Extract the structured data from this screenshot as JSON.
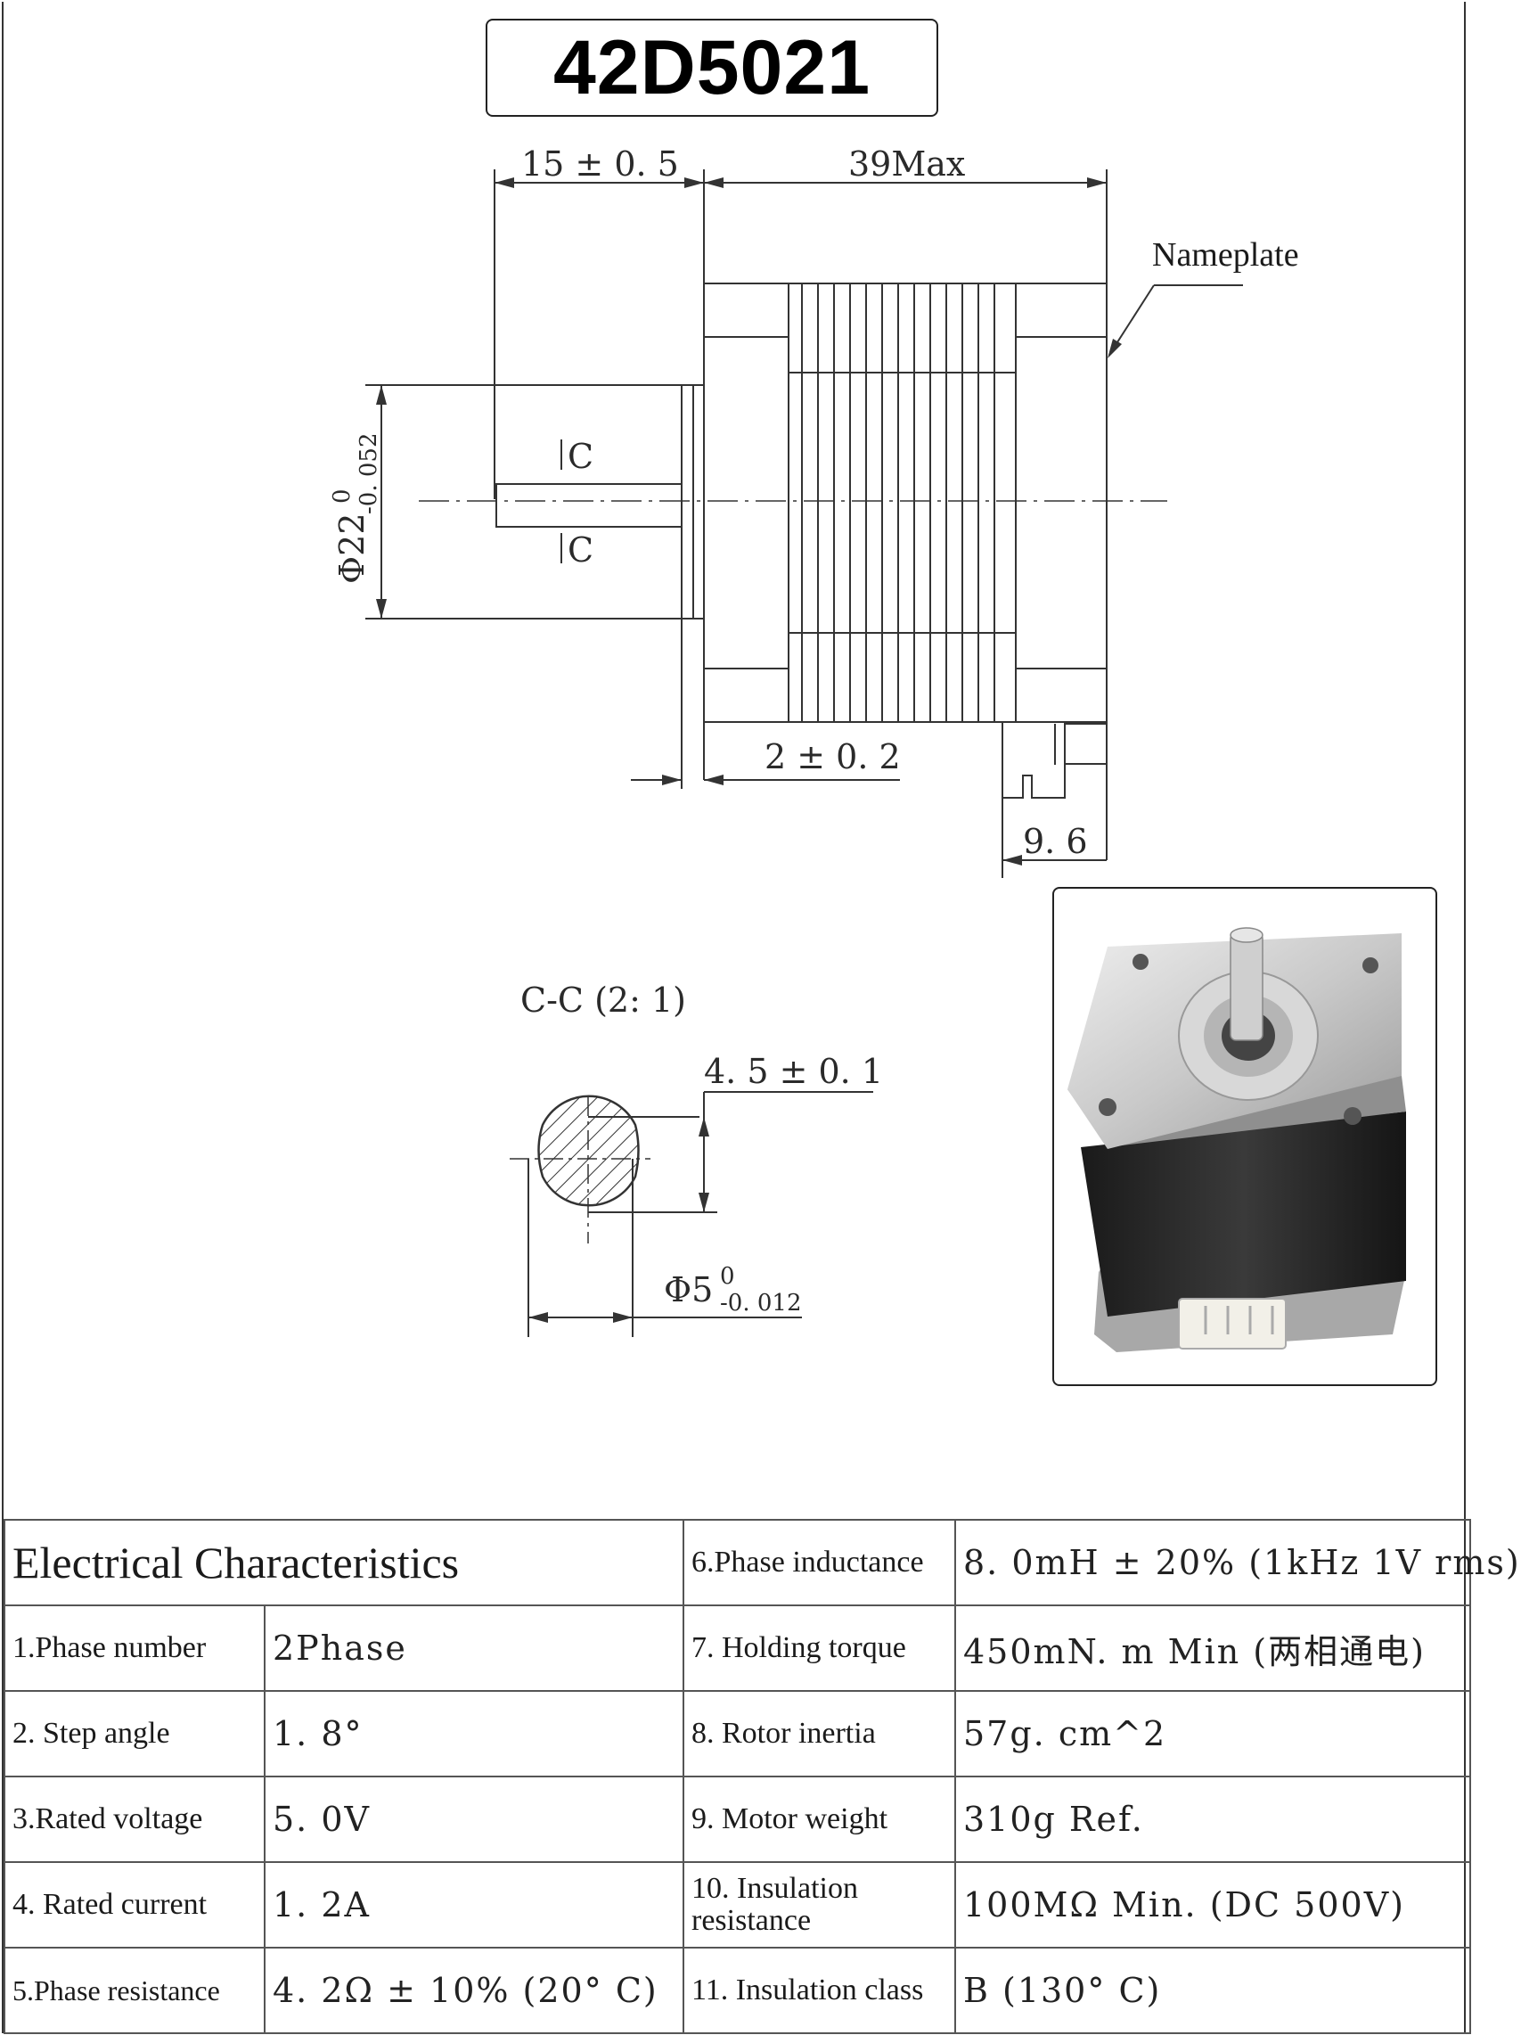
{
  "title": "42D5021",
  "drawing": {
    "dim_shaft_length": "15 ± 0. 5",
    "dim_body_length": "39Max",
    "nameplate_label": "Nameplate",
    "dim_flange_dia": "Φ22",
    "dim_flange_tol_upper": "0",
    "dim_flange_tol_lower": "-0. 052",
    "section_mark_top": "C",
    "section_mark_bottom": "C",
    "dim_boss_height": "2 ± 0. 2",
    "dim_connector": "9. 6",
    "section_title": "C-C (2: 1)",
    "dim_flat": "4. 5 ± 0. 1",
    "dim_shaft_dia": "Φ5",
    "dim_shaft_tol_upper": "0",
    "dim_shaft_tol_lower": "-0. 012"
  },
  "photo": {
    "colors": {
      "aluminum": "#c9c9c9",
      "body": "#2b2b2b",
      "connector": "#f2f0e8"
    }
  },
  "table": {
    "heading": "Electrical Characteristics",
    "rows": [
      {
        "left_param": "1.Phase number",
        "left_value": "2Phase",
        "right_param": "6.Phase inductance",
        "right_value": "8. 0mH ± 20% (1kHz  1V  rms)"
      },
      {
        "left_param": "2. Step angle",
        "left_value": "1. 8°",
        "right_param": "7. Holding torque",
        "right_value": "450mN. m  Min (两相通电)"
      },
      {
        "left_param": "3.Rated voltage",
        "left_value": "5. 0V",
        "right_param": "8. Rotor inertia",
        "right_value": "57g. cm^2"
      },
      {
        "left_param": "4. Rated current",
        "left_value": "1. 2A",
        "right_param": "9. Motor weight",
        "right_value": "310g  Ref."
      },
      {
        "left_param": "5.Phase resistance",
        "left_value": "4. 2Ω ± 10% (20°  C)",
        "right_param": "10. Insulation resistance",
        "right_value": "100MΩ  Min. (DC  500V)"
      },
      {
        "left_param": "",
        "left_value": "",
        "right_param": "11. Insulation class",
        "right_value": "B (130°  C)"
      }
    ]
  }
}
